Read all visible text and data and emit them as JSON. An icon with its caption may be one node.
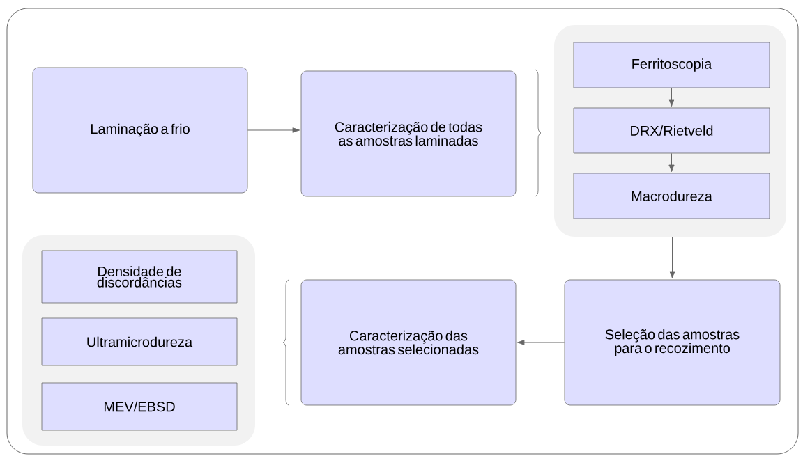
{
  "diagram": {
    "nodes": [
      {
        "text": [
          "Laminação a frio"
        ]
      },
      {
        "text": [
          "Caracterização de todas as amostras laminadas"
        ]
      },
      {
        "text": [],
        "shape": "box"
      },
      {
        "text": [
          "Ferritoscopia"
        ],
        "in": 2
      },
      {
        "text": [
          "DRX/Rietveld"
        ],
        "in": 2
      },
      {
        "text": [
          "Macrodureza"
        ],
        "in": 2
      },
      {
        "text": [],
        "shape": "box"
      },
      {
        "text": [
          "Densidade de discordâncias"
        ],
        "in": 6
      },
      {
        "text": [
          "Ultramicrodureza"
        ],
        "in": 6
      },
      {
        "text": [
          "MEV/EBSD"
        ],
        "in": 6
      },
      {
        "text": [
          "Caracterização das amostras selecionadas"
        ]
      },
      {
        "text": [
          "Seleção das amostras para o recozimento"
        ]
      }
    ],
    "edges": [
      {
        "from": 0,
        "to": 1,
        "arrow": "to"
      },
      {
        "from": 3,
        "to": 4,
        "arrow": "to"
      },
      {
        "from": 4,
        "to": 5,
        "arrow": "to"
      },
      {
        "from": 2,
        "to": 11,
        "arrow": "to"
      },
      {
        "from": 11,
        "to": 10,
        "arrow": "to"
      }
    ]
  }
}
